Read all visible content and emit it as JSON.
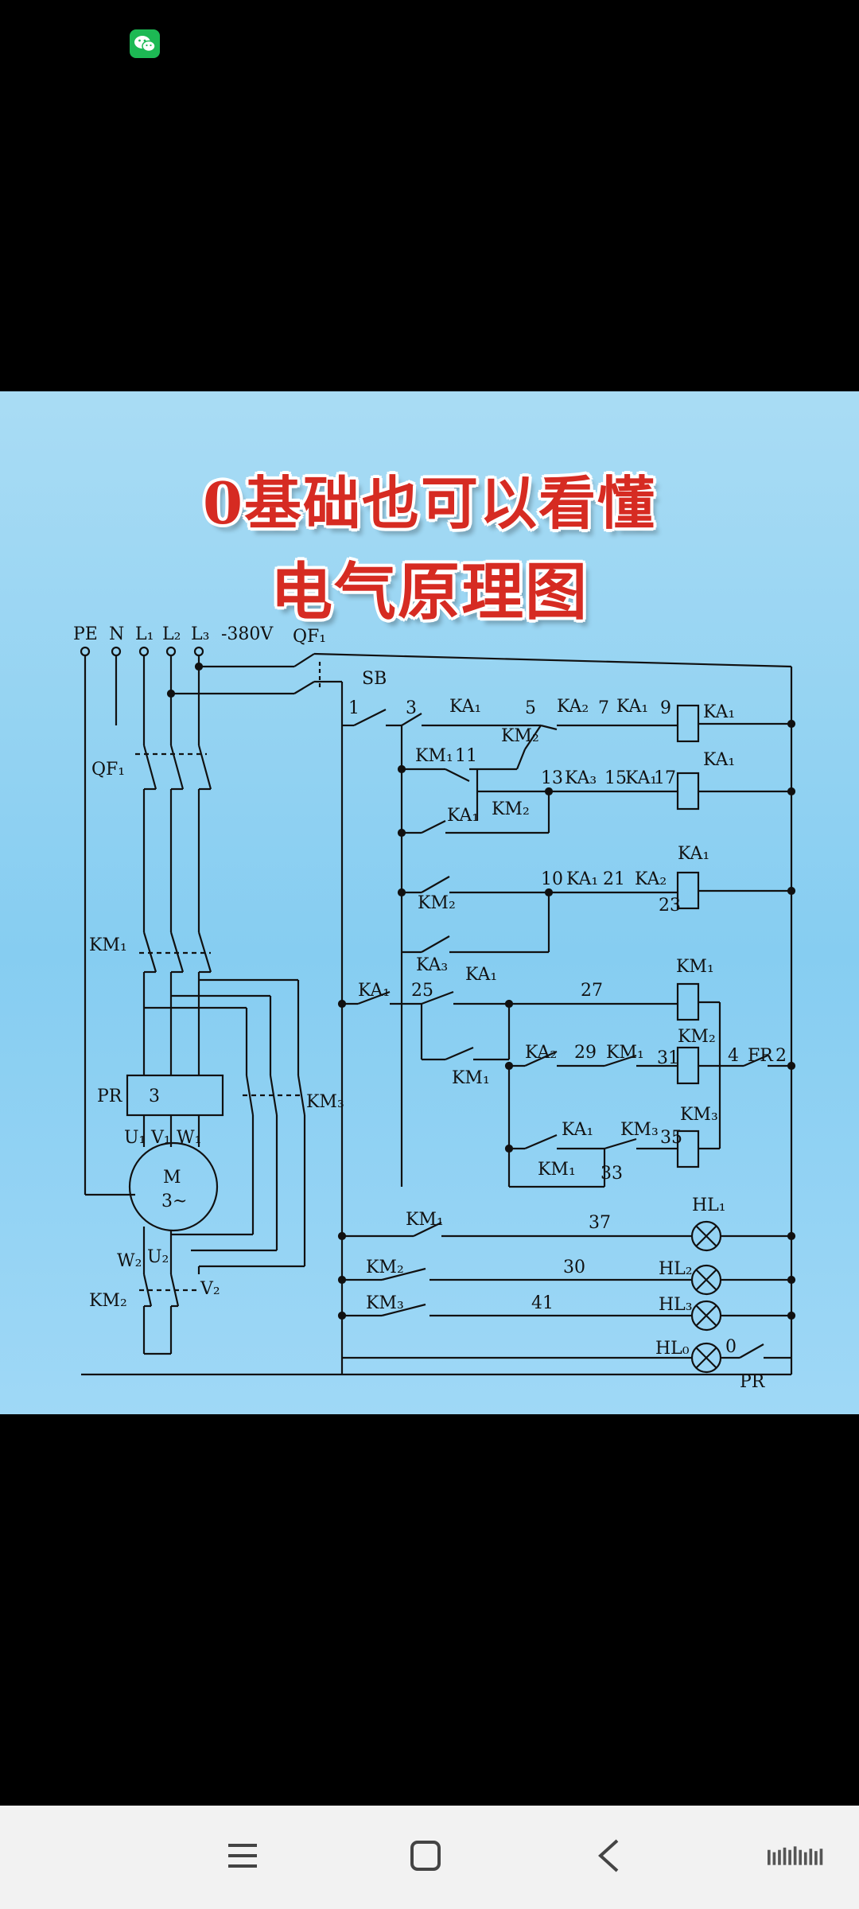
{
  "title": {
    "line1": "0基础也可以看懂",
    "line2": "电气原理图"
  },
  "labels": {
    "PE": "PE",
    "N": "N",
    "L1": "L₁",
    "L2": "L₂",
    "L3": "L₃",
    "volt": "-380V",
    "QF1_top": "QF₁",
    "QF1_left": "QF₁",
    "SB": "SB",
    "KM1_left": "KM₁",
    "PR_box": "PR",
    "PR_num": "3",
    "U1": "U₁",
    "V1": "V₁",
    "W1": "W₁",
    "M": "M",
    "M3": "3~",
    "W2": "W₂",
    "U2": "U₂",
    "V2": "V₂",
    "KM2_left": "KM₂",
    "KM3_right": "KM₃",
    "n1": "1",
    "n3": "3",
    "n5": "5",
    "n7": "7",
    "n9": "9",
    "n11": "11",
    "n13": "13",
    "n15": "15",
    "n17": "17",
    "n10": "10",
    "n21": "21",
    "n23": "23",
    "n25": "25",
    "n27": "27",
    "n29": "29",
    "n31": "31",
    "n33": "33",
    "n35": "35",
    "n4": "4",
    "n37": "37",
    "n30": "30",
    "n41": "41",
    "n0": "0",
    "n2": "2",
    "KA1_a": "KA₁",
    "KA2_a": "KA₂",
    "KA1_b": "KA₁",
    "KA1_coil1": "KA₁",
    "KM2_c": "KM₂",
    "KM1_c": "KM₁",
    "KM2_d": "KM₂",
    "KA3_a": "KA₃",
    "KA1_c": "KA₁",
    "KA1_coil2": "KA₁",
    "KA1_d": "KA₁",
    "KM2_e": "KM₂",
    "KA1_e": "KA₁",
    "KA2_b": "KA₂",
    "KA1_coil3": "KA₁",
    "KA3_b": "KA₃",
    "KA1_f": "KA₁",
    "KA1_g": "KA₁",
    "KM1_f": "KM₁",
    "KM1_coil": "KM₁",
    "KA2_c": "KA₂",
    "KM1_g": "KM₁",
    "KM2_coil": "KM₂",
    "FR": "FR",
    "KA1_h": "KA₁",
    "KM1_h": "KM₁",
    "KM3_a": "KM₃",
    "KM3_coil": "KM₃",
    "KM1_i": "KM₁",
    "HL1": "HL₁",
    "KM2_i": "KM₂",
    "HL2": "HL₂",
    "KM3_i": "KM₃",
    "HL3": "HL₃",
    "HL0": "HL₀",
    "PR_bottom": "PR"
  },
  "colors": {
    "bg_top": "#a9dcf4",
    "title_red": "#d62b22",
    "wire": "#111111"
  },
  "nav": {
    "menu": "menu-icon",
    "home": "home-square-icon",
    "back": "back-chevron-icon",
    "keyboard": "keyboard-icon"
  }
}
